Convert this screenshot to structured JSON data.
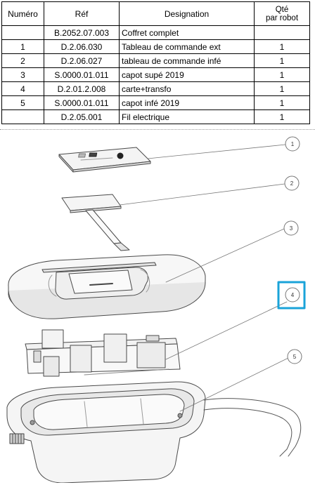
{
  "table": {
    "headers": {
      "numero": "Numéro",
      "ref": "Réf",
      "designation": "Designation",
      "qty_line1": "Qté",
      "qty_line2": "par robot"
    },
    "rows": [
      {
        "num": "",
        "ref": "B.2052.07.003",
        "designation": "Coffret complet",
        "qty": ""
      },
      {
        "num": "1",
        "ref": "D.2.06.030",
        "designation": "Tableau de commande ext",
        "qty": "1"
      },
      {
        "num": "2",
        "ref": "D.2.06.027",
        "designation": "tableau de commande infé",
        "qty": "1"
      },
      {
        "num": "3",
        "ref": "S.0000.01.011",
        "designation": "capot supé 2019",
        "qty": "1"
      },
      {
        "num": "4",
        "ref": "D.2.01.2.008",
        "designation": "carte+transfo",
        "qty": "1"
      },
      {
        "num": "5",
        "ref": "S.0000.01.011",
        "designation": "capot infé 2019",
        "qty": "1"
      },
      {
        "num": "",
        "ref": "D.2.05.001",
        "designation": "Fil electrique",
        "qty": "1"
      }
    ]
  },
  "diagram": {
    "callouts": [
      "1",
      "2",
      "3",
      "4",
      "5"
    ],
    "highlighted_callout": "4",
    "highlight_color": "#1aa3d9"
  }
}
